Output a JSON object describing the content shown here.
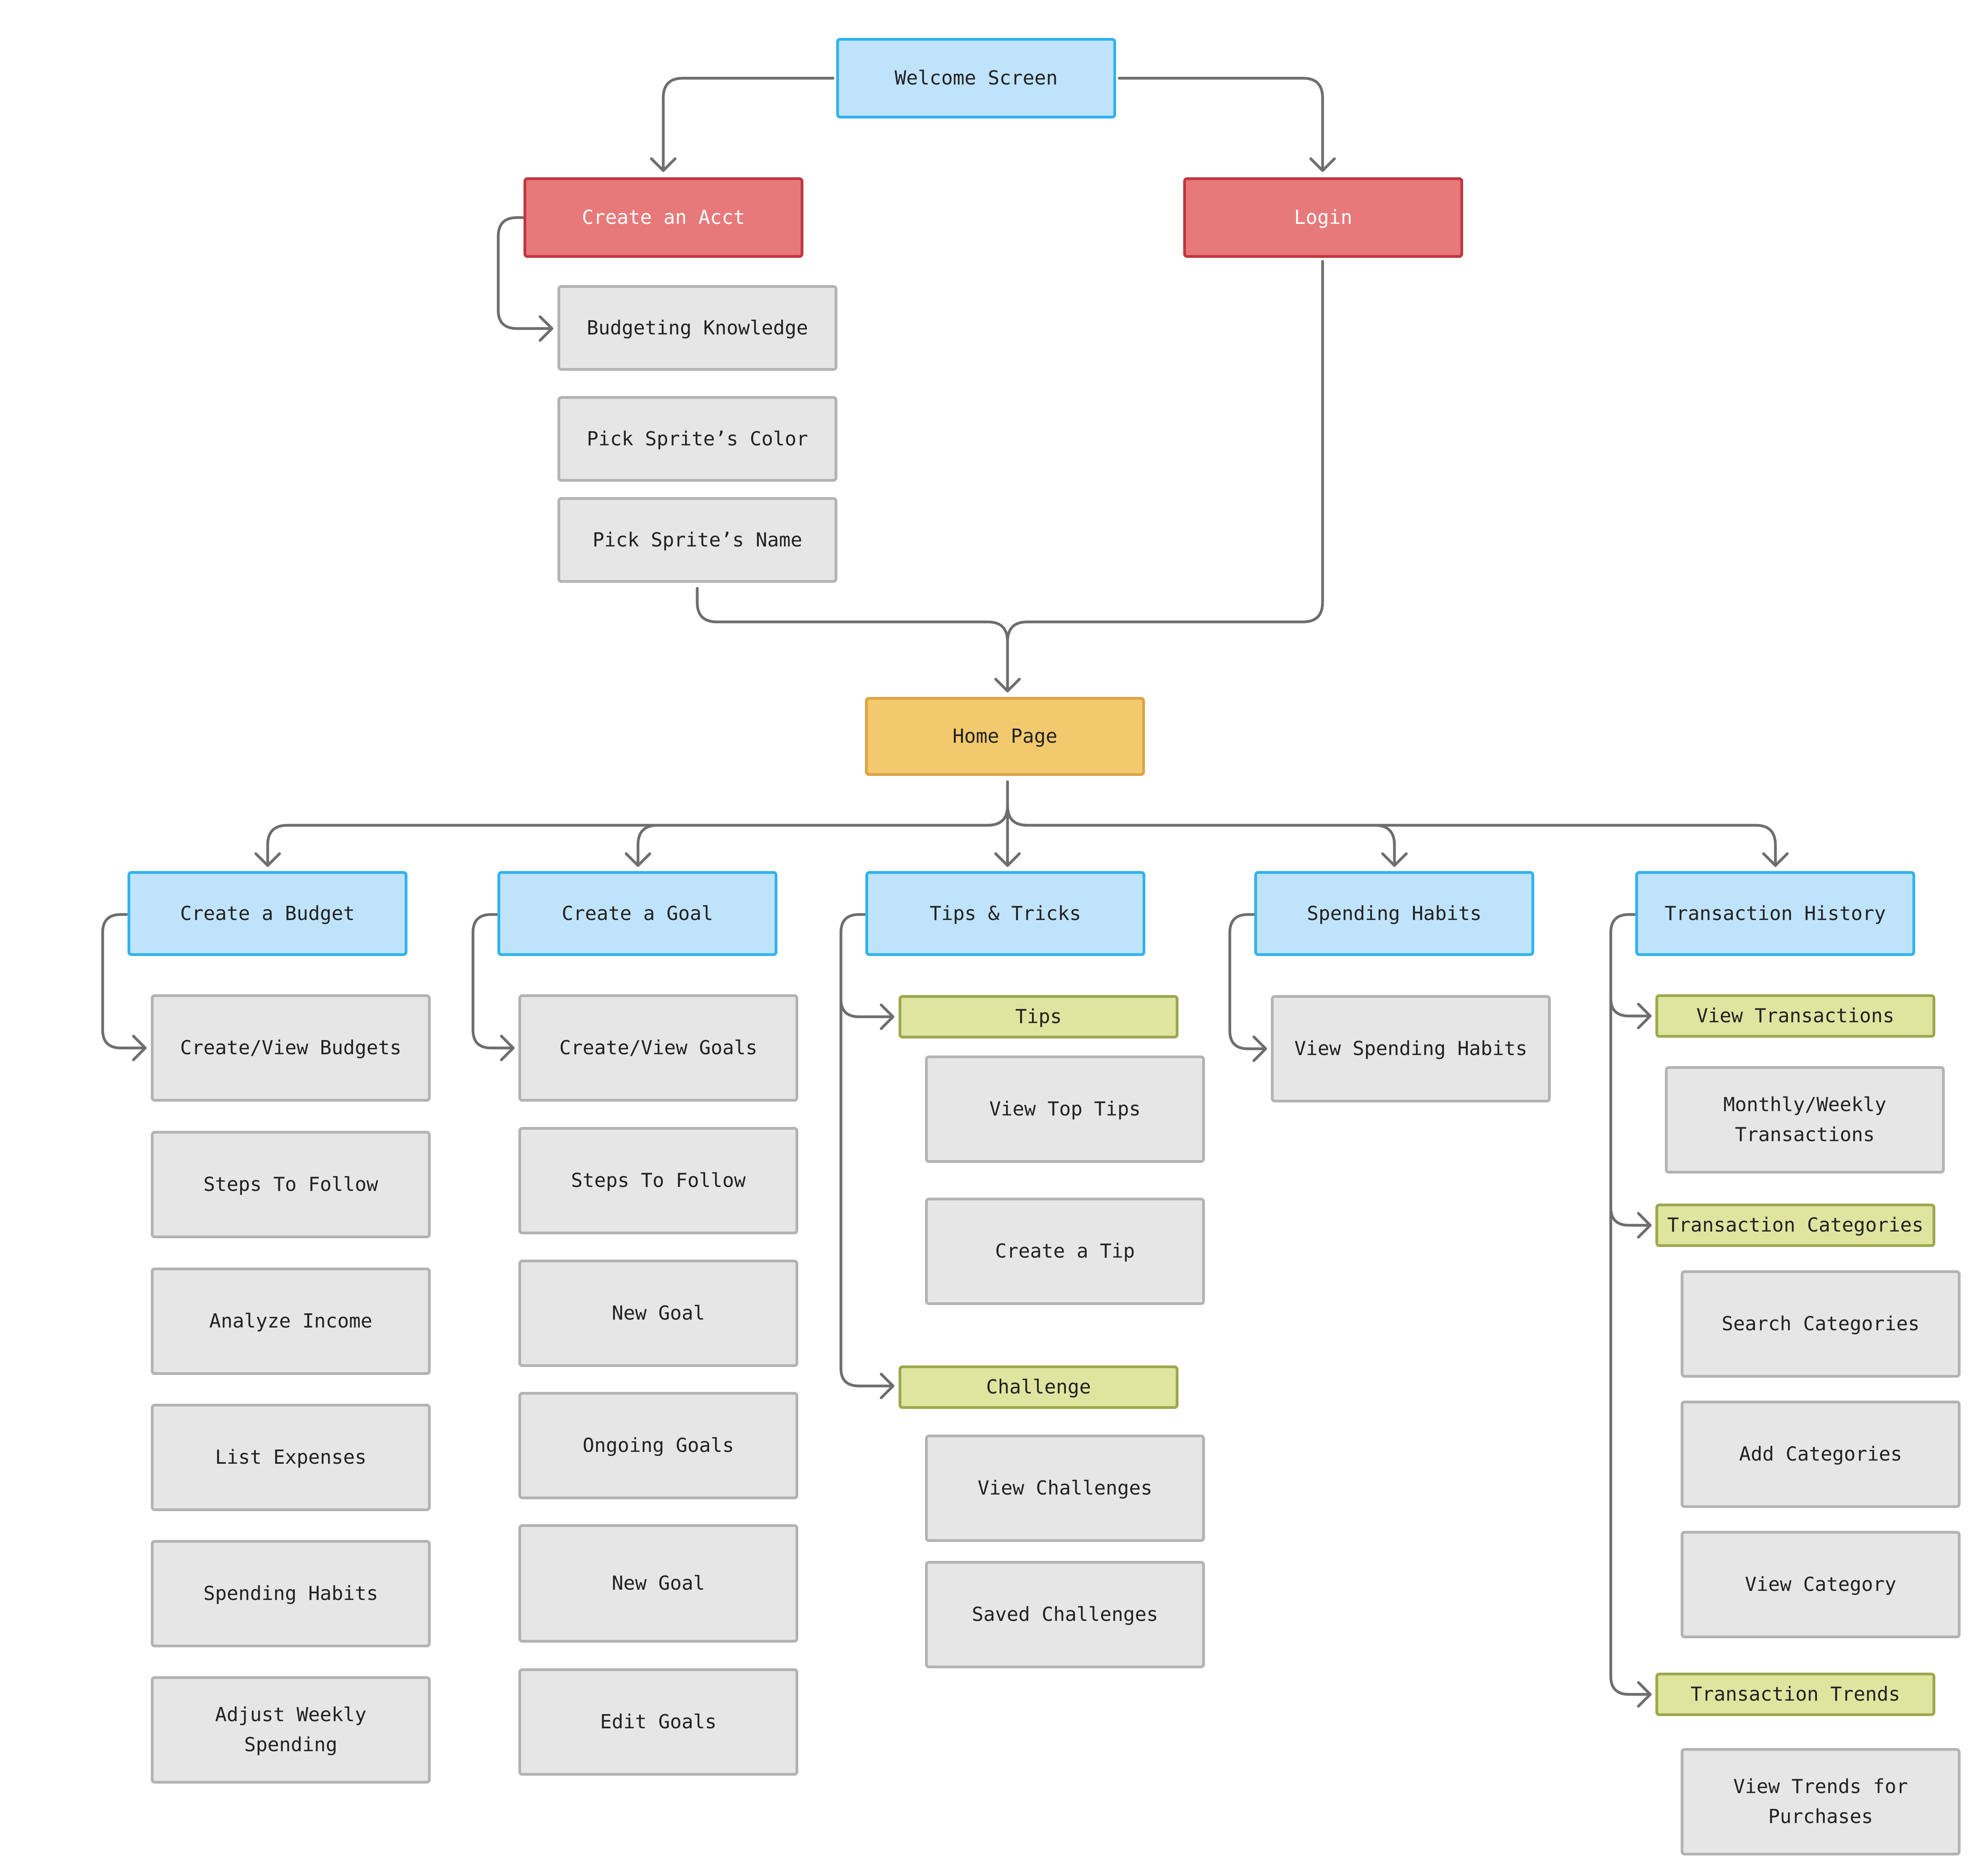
{
  "colors": {
    "connector": "#6e6e6e",
    "screen_fill": "#bfe3fb",
    "screen_border": "#2fb3ec",
    "auth_fill": "#e8797a",
    "auth_border": "#c0373f",
    "home_fill": "#f2c96c",
    "home_border": "#dca446",
    "step_fill": "#e6e6e6",
    "step_border": "#b3b3b3",
    "group_fill": "#dfe59f",
    "group_border": "#9da84f"
  },
  "top": {
    "welcome": "Welcome Screen",
    "create_acct": "Create an Acct",
    "login": "Login",
    "home": "Home Page"
  },
  "onboarding": {
    "items": [
      "Budgeting Knowledge",
      "Pick Sprite’s Color",
      "Pick Sprite’s Name"
    ]
  },
  "sections": {
    "budget": {
      "title": "Create a Budget",
      "items": [
        "Create/View Budgets",
        "Steps To Follow",
        "Analyze Income",
        "List Expenses",
        "Spending Habits",
        "Adjust Weekly\nSpending"
      ]
    },
    "goal": {
      "title": "Create a Goal",
      "items": [
        "Create/View Goals",
        "Steps To Follow",
        "New Goal",
        "Ongoing Goals",
        "New Goal",
        "Edit Goals"
      ]
    },
    "tips": {
      "title": "Tips & Tricks",
      "group_tips": "Tips",
      "tips_items": [
        "View Top Tips",
        "Create a Tip"
      ],
      "group_challenge": "Challenge",
      "challenge_items": [
        "View Challenges",
        "Saved Challenges"
      ]
    },
    "spending": {
      "title": "Spending Habits",
      "items": [
        "View Spending Habits"
      ]
    },
    "transactions": {
      "title": "Transaction History",
      "group_view": "View Transactions",
      "view_items": [
        "Monthly/Weekly\nTransactions"
      ],
      "group_categories": "Transaction Categories",
      "categories_items": [
        "Search Categories",
        "Add Categories",
        "View Category"
      ],
      "group_trends": "Transaction Trends",
      "trends_items": [
        "View Trends for\nPurchases"
      ]
    }
  }
}
